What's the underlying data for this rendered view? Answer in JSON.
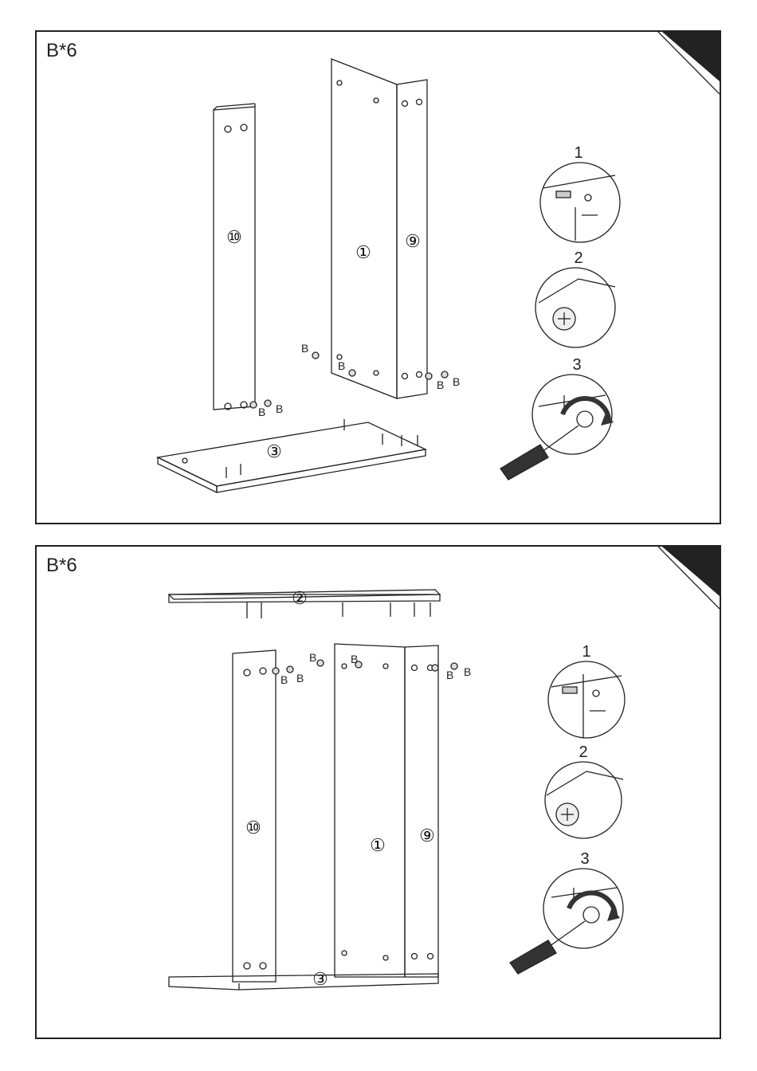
{
  "panels": [
    {
      "quantity": "B*6",
      "parts": {
        "p10": "⑩",
        "p1": "①",
        "p9": "⑨",
        "p3": "③"
      },
      "hardware_labels": [
        "B",
        "B",
        "B",
        "B",
        "B",
        "B"
      ],
      "steps": [
        "1",
        "2",
        "3"
      ]
    },
    {
      "quantity": "B*6",
      "parts": {
        "p2": "②",
        "p10": "⑩",
        "p1": "①",
        "p9": "⑨",
        "p3": "③"
      },
      "hardware_labels": [
        "B",
        "B",
        "B",
        "B",
        "B",
        "B"
      ],
      "steps": [
        "1",
        "2",
        "3"
      ]
    }
  ]
}
